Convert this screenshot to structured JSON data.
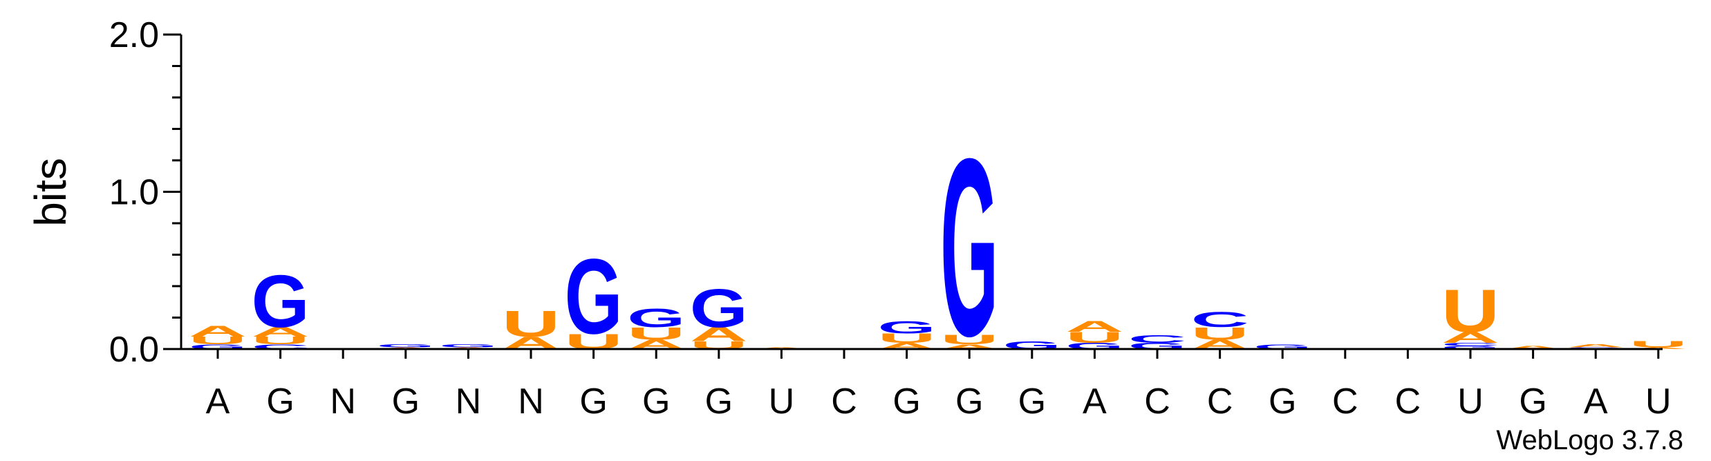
{
  "chart_data": {
    "type": "sequence-logo",
    "title": "",
    "xlabel": "",
    "ylabel": "bits",
    "ylim": [
      0,
      2.0
    ],
    "yticks": [
      "0.0",
      "1.0",
      "2.0"
    ],
    "credit": "WebLogo 3.7.8",
    "colors": {
      "A": "#ff8c00",
      "U": "#ff8c00",
      "G": "#0000ff",
      "C": "#0000ff"
    },
    "positions": [
      {
        "label": "A",
        "stack": [
          {
            "base": "G",
            "bits": 0.03
          },
          {
            "base": "U",
            "bits": 0.05
          },
          {
            "base": "A",
            "bits": 0.07
          }
        ]
      },
      {
        "label": "G",
        "stack": [
          {
            "base": "C",
            "bits": 0.03
          },
          {
            "base": "U",
            "bits": 0.05
          },
          {
            "base": "A",
            "bits": 0.06
          },
          {
            "base": "G",
            "bits": 0.34
          }
        ]
      },
      {
        "label": "N",
        "stack": []
      },
      {
        "label": "G",
        "stack": [
          {
            "base": "A",
            "bits": 0.01
          },
          {
            "base": "G",
            "bits": 0.02
          }
        ]
      },
      {
        "label": "N",
        "stack": [
          {
            "base": "A",
            "bits": 0.01
          },
          {
            "base": "G",
            "bits": 0.02
          }
        ]
      },
      {
        "label": "N",
        "stack": [
          {
            "base": "A",
            "bits": 0.08
          },
          {
            "base": "U",
            "bits": 0.17
          }
        ]
      },
      {
        "label": "G",
        "stack": [
          {
            "base": "U",
            "bits": 0.1
          },
          {
            "base": "G",
            "bits": 0.49
          }
        ]
      },
      {
        "label": "G",
        "stack": [
          {
            "base": "A",
            "bits": 0.06
          },
          {
            "base": "U",
            "bits": 0.08
          },
          {
            "base": "G",
            "bits": 0.12
          }
        ]
      },
      {
        "label": "G",
        "stack": [
          {
            "base": "U",
            "bits": 0.05
          },
          {
            "base": "A",
            "bits": 0.09
          },
          {
            "base": "G",
            "bits": 0.25
          }
        ]
      },
      {
        "label": "U",
        "stack": [
          {
            "base": "A",
            "bits": 0.01
          }
        ]
      },
      {
        "label": "C",
        "stack": []
      },
      {
        "label": "G",
        "stack": [
          {
            "base": "A",
            "bits": 0.04
          },
          {
            "base": "U",
            "bits": 0.06
          },
          {
            "base": "G",
            "bits": 0.08
          }
        ]
      },
      {
        "label": "G",
        "stack": [
          {
            "base": "A",
            "bits": 0.03
          },
          {
            "base": "U",
            "bits": 0.06
          },
          {
            "base": "G",
            "bits": 1.16
          }
        ]
      },
      {
        "label": "G",
        "stack": [
          {
            "base": "G",
            "bits": 0.05
          }
        ]
      },
      {
        "label": "A",
        "stack": [
          {
            "base": "G",
            "bits": 0.04
          },
          {
            "base": "U",
            "bits": 0.07
          },
          {
            "base": "A",
            "bits": 0.07
          }
        ]
      },
      {
        "label": "C",
        "stack": [
          {
            "base": "G",
            "bits": 0.04
          },
          {
            "base": "C",
            "bits": 0.05
          }
        ]
      },
      {
        "label": "C",
        "stack": [
          {
            "base": "A",
            "bits": 0.06
          },
          {
            "base": "U",
            "bits": 0.08
          },
          {
            "base": "C",
            "bits": 0.1
          }
        ]
      },
      {
        "label": "G",
        "stack": [
          {
            "base": "G",
            "bits": 0.03
          }
        ]
      },
      {
        "label": "C",
        "stack": []
      },
      {
        "label": "C",
        "stack": []
      },
      {
        "label": "U",
        "stack": [
          {
            "base": "G",
            "bits": 0.02
          },
          {
            "base": "C",
            "bits": 0.02
          },
          {
            "base": "A",
            "bits": 0.07
          },
          {
            "base": "U",
            "bits": 0.28
          }
        ]
      },
      {
        "label": "G",
        "stack": [
          {
            "base": "A",
            "bits": 0.02
          }
        ]
      },
      {
        "label": "A",
        "stack": [
          {
            "base": "G",
            "bits": 0.01
          },
          {
            "base": "A",
            "bits": 0.02
          }
        ]
      },
      {
        "label": "U",
        "stack": [
          {
            "base": "A",
            "bits": 0.01
          },
          {
            "base": "U",
            "bits": 0.04
          }
        ]
      }
    ]
  }
}
